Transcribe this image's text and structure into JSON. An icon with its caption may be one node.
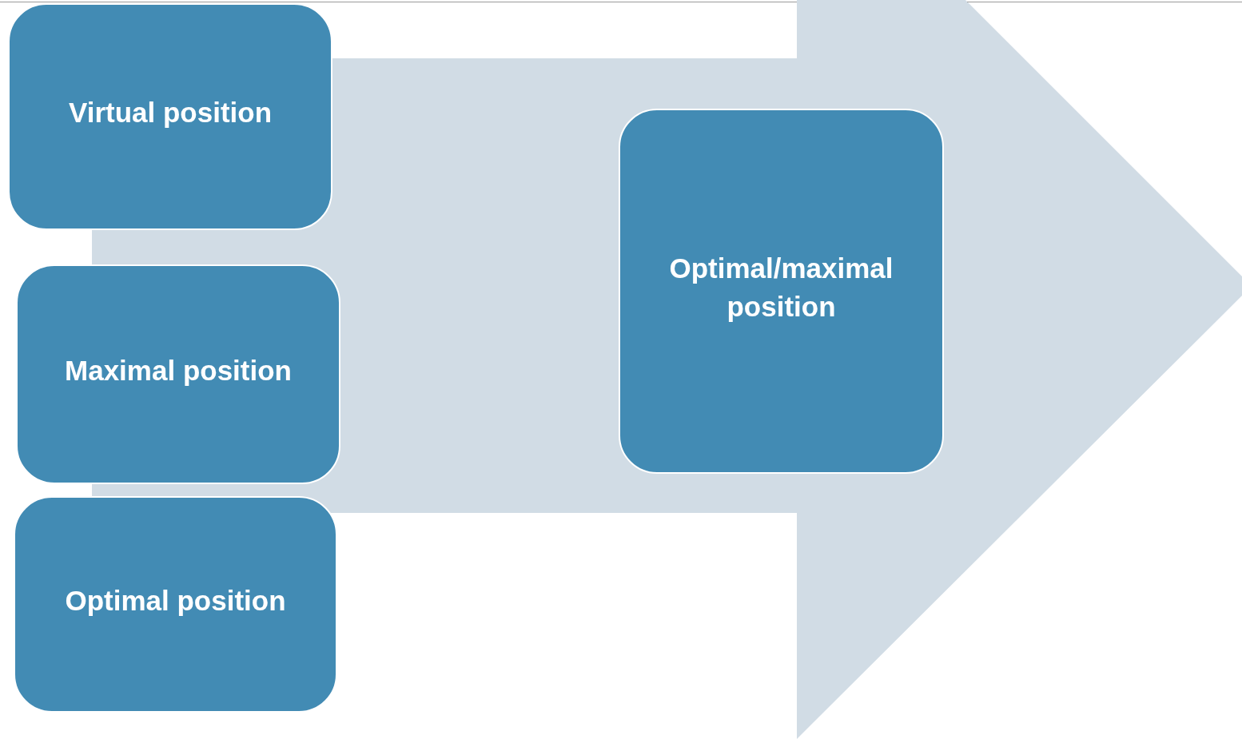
{
  "diagram": {
    "nodes": [
      {
        "text": [],
        "shape": "arrow"
      },
      {
        "text": [
          "Virtual position"
        ]
      },
      {
        "text": [
          "Maximal position"
        ]
      },
      {
        "text": [
          "Optimal position"
        ]
      },
      {
        "text": [
          "Optimal/maximal position"
        ],
        "in": 0
      }
    ]
  }
}
